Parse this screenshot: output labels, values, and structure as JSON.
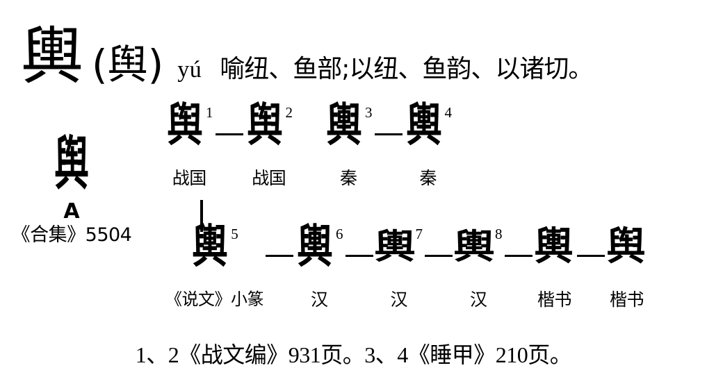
{
  "header": {
    "headword_traditional": "輿",
    "headword_simplified": "(舆)",
    "pinyin": "yú",
    "phonology": "喻纽、鱼部;以纽、鱼韵、以诸切。"
  },
  "oracle": {
    "glyph": "舆",
    "letter": "A",
    "source": "《合集》5504"
  },
  "evolution": {
    "top_row": [
      {
        "index": "1",
        "glyph": "舆",
        "era": "战国",
        "style": "seal"
      },
      {
        "index": "2",
        "glyph": "舆",
        "era": "战国",
        "style": "seal"
      },
      {
        "index": "3",
        "glyph": "輿",
        "era": "秦",
        "style": "seal"
      },
      {
        "index": "4",
        "glyph": "輿",
        "era": "秦",
        "style": "seal"
      }
    ],
    "bottom_row": [
      {
        "index": "5",
        "glyph": "輿",
        "era": "《说文》小篆",
        "style": "seal"
      },
      {
        "index": "6",
        "glyph": "輿",
        "era": "汉",
        "style": "seal"
      },
      {
        "index": "7",
        "glyph": "輿",
        "era": "汉",
        "style": "clerk"
      },
      {
        "index": "8",
        "glyph": "輿",
        "era": "汉",
        "style": "clerk"
      },
      {
        "index": "",
        "glyph": "輿",
        "era": "楷书",
        "style": "kai"
      },
      {
        "index": "",
        "glyph": "舆",
        "era": "楷书",
        "style": "kai"
      }
    ]
  },
  "footnote": {
    "text": "1、2《战文编》931页。3、4《睡甲》210页。"
  },
  "colors": {
    "ink": "#000000",
    "paper": "#ffffff"
  }
}
